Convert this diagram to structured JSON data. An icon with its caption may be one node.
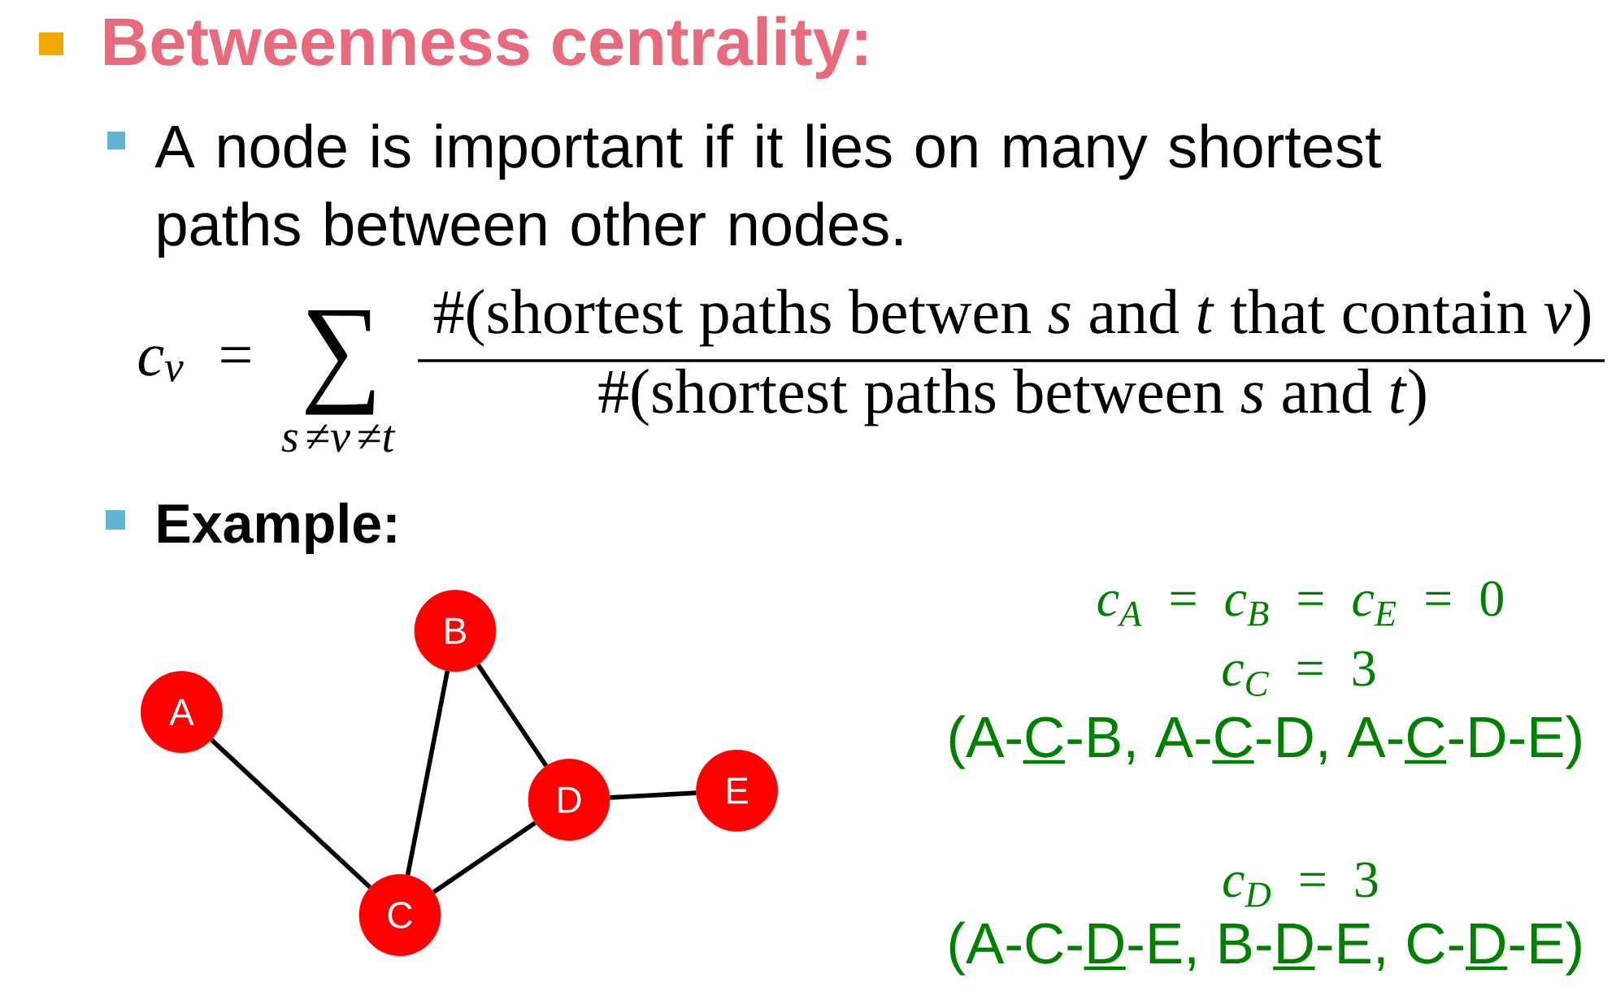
{
  "diagram": {
    "title": "Betweenness centrality:",
    "nodes": [
      {
        "text": [
          "A"
        ]
      },
      {
        "text": [
          "B"
        ]
      },
      {
        "text": [
          "C"
        ]
      },
      {
        "text": [
          "D"
        ]
      },
      {
        "text": [
          "E"
        ]
      }
    ],
    "edges": [
      {
        "from": 0,
        "to": 2,
        "arrow": "none"
      },
      {
        "from": 1,
        "to": 2,
        "arrow": "none"
      },
      {
        "from": 1,
        "to": 3,
        "arrow": "none"
      },
      {
        "from": 2,
        "to": 3,
        "arrow": "none"
      },
      {
        "from": 3,
        "to": 4,
        "arrow": "none"
      }
    ],
    "labels": [
      "A node is important if it lies on many shortest paths between other nodes.",
      "*c$_{v}$* =",
      "∑",
      "*s*≠*v*≠*t*",
      "#(shortest paths betwen *s* and *t* that contain *v*)",
      "#(shortest paths between *s* and *t*)",
      "Example:",
      "*c$_{A}$* = *c$_{B}$* = *c$_{E}$* = 0",
      "*c$_{C}$* = 3",
      "(A-C-B, A-C-D, A-C-D-E)",
      "*c$_{D}$* = 3",
      "(A-C-D-E, B-D-E, C-D-E)"
    ]
  }
}
